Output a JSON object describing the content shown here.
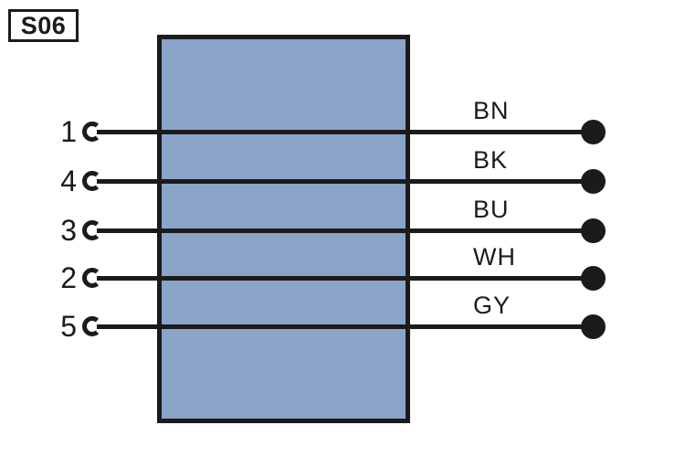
{
  "diagram": {
    "designator": "S06",
    "type": "connector-pinout",
    "connector_fill_color": "#8BA4C9",
    "ink_color": "#1b1b1b",
    "wire_end": "solder-point-dot",
    "contact_style": "female-socket-arc"
  },
  "pins": [
    {
      "number": "1",
      "color_code": "BN"
    },
    {
      "number": "4",
      "color_code": "BK"
    },
    {
      "number": "3",
      "color_code": "BU"
    },
    {
      "number": "2",
      "color_code": "WH"
    },
    {
      "number": "5",
      "color_code": "GY"
    }
  ]
}
